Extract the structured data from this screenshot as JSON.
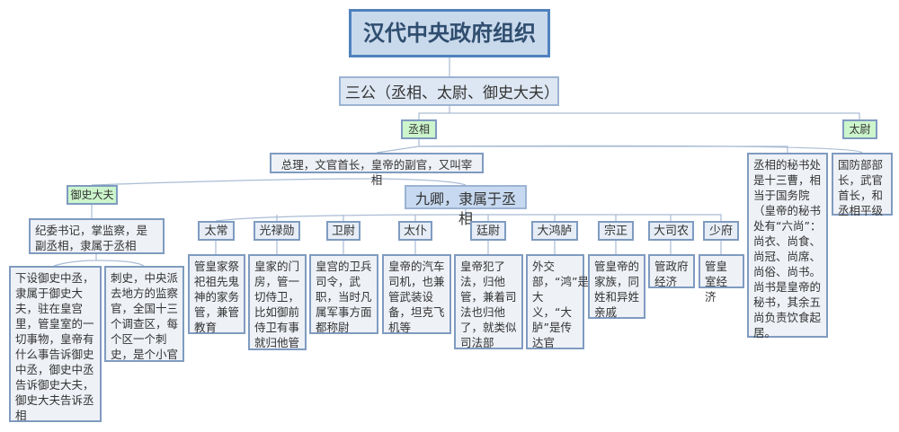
{
  "title": "汉代中央政府组织",
  "sangong": "三公（丞相、太尉、御史大夫）",
  "chengxiang": {
    "label": "丞相",
    "desc": "总理，文官首长，皇帝的副官，又叫宰相",
    "secretary": "丞相的秘书处是十三曹，相当于国务院（皇帝的秘书处有“六尚”：尚衣、尚食、尚冠、尚席、尚俗、尚书。尚书是皇帝的秘书，其余五尚负责饮食起居。"
  },
  "taiwei": {
    "label": "太尉",
    "desc": "国防部部长，武官首长，和丞相平级"
  },
  "yushi": {
    "label": "御史大夫",
    "desc": "纪委书记，掌监察，是副丞相，隶属于丞相",
    "children": [
      "下设御史中丞，隶属于御史大夫，驻在皇宫里，管皇室的一切事物，皇帝有什么事告诉御史中丞，御史中丞告诉御史大夫，御史大夫告诉丞相",
      "刺史，中央派去地方的监察官，全国十三个调查区，每个区一个刺史，是个小官"
    ]
  },
  "jiuqing": {
    "label": "九卿，隶属于丞相",
    "items": [
      {
        "name": "太常",
        "desc": "管皇家祭祀祖先鬼神的家务管，兼管教育"
      },
      {
        "name": "光禄勋",
        "desc": "皇家的门房，管一切侍卫，比如御前侍卫有事就归他管"
      },
      {
        "name": "卫尉",
        "desc": "皇宫的卫兵司令，武职，当时凡属军事方面都称尉"
      },
      {
        "name": "太仆",
        "desc": "皇帝的汽车司机，也兼管武装设备，坦克飞机等"
      },
      {
        "name": "廷尉",
        "desc": "皇帝犯了法，归他管，兼着司法也归他了，就类似司法部"
      },
      {
        "name": "大鸿胪",
        "desc": "外交部，“鸿”是大义，“大胪”是传达官"
      },
      {
        "name": "宗正",
        "desc": "管皇帝的家族，同姓和异姓亲戚"
      },
      {
        "name": "大司农",
        "desc": "管政府经济"
      },
      {
        "name": "少府",
        "desc": "管皇室经济"
      }
    ]
  }
}
